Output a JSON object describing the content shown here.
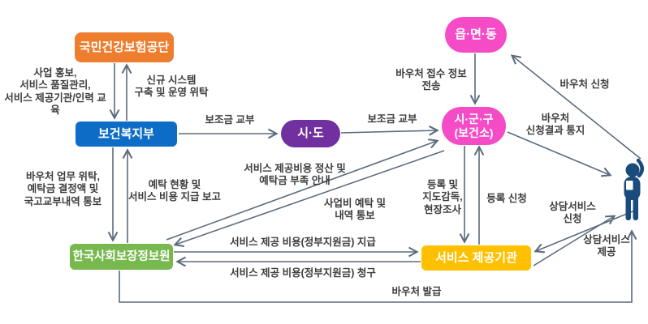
{
  "diagram": {
    "type": "flowchart",
    "subject": "social-service-voucher-delivery-system",
    "colors": {
      "nhis_orange": "#EE7D2E",
      "mohw_blue": "#0D6DC6",
      "sido_purple": "#7030A0",
      "district_pink": "#F64BC6",
      "ssis_green": "#77B94F",
      "provider_yellow": "#FFC000",
      "arrow_gray": "#5c6b7c",
      "person_navy": "#1A4B7D"
    },
    "nodes": {
      "nhis": {
        "label": "국민건강보험공단",
        "shape": "rounded-rect",
        "color": "#EE7D2E"
      },
      "mohw": {
        "label": "보건복지부",
        "shape": "rounded-rect",
        "color": "#0D6DC6"
      },
      "sido": {
        "label": "시·도",
        "shape": "pill",
        "color": "#7030A0"
      },
      "eup_myeon_dong": {
        "label": "읍·면·동",
        "shape": "pill",
        "color": "#F64BC6"
      },
      "si_gun_gu": {
        "label": "시·군·구\n(보건소)",
        "shape": "pill",
        "color": "#F64BC6"
      },
      "ssis": {
        "label": "한국사회보장정보원",
        "shape": "rounded-rect",
        "color": "#77B94F"
      },
      "provider": {
        "label": "서비스 제공기관",
        "shape": "rounded-rect",
        "color": "#FFC000"
      },
      "citizen": {
        "icon": "person-icon",
        "color": "#1A4B7D"
      }
    },
    "edges": {
      "promo": {
        "from": "nhis",
        "to": "mohw",
        "label": "사업 홍보,\n서비스 품질관리,\n서비스 제공기관/인력 교육"
      },
      "system_delegation": {
        "from": "mohw",
        "to": "nhis",
        "label": "신규 시스템\n구축 및 운영 위탁"
      },
      "subsidy_grant_1": {
        "from": "mohw",
        "to": "sido",
        "label": "보조금 교부"
      },
      "subsidy_grant_2": {
        "from": "sido",
        "to": "si_gun_gu",
        "label": "보조금 교부"
      },
      "voucher_receipt_info": {
        "from": "eup_myeon_dong",
        "to": "si_gun_gu",
        "label": "바우처 접수 정보\n전송"
      },
      "voucher_application": {
        "from": "citizen",
        "to": "eup_myeon_dong",
        "label": "바우처 신청"
      },
      "voucher_result_notice": {
        "from": "si_gun_gu",
        "to": "citizen",
        "label": "바우처\n신청결과 통지"
      },
      "voucher_delegation": {
        "from": "mohw",
        "to": "ssis",
        "label": "바우처 업무 위탁,\n예탁금 결정액 및\n국고교부내역 통보"
      },
      "deposit_status_report": {
        "from": "ssis",
        "to": "mohw",
        "label": "예탁 현황 및\n서비스 비용 지급 보고"
      },
      "cost_settlement_notice": {
        "from": "ssis",
        "to": "si_gun_gu",
        "label": "서비스 제공비용 정산 및\n예탁금 부족 안내"
      },
      "project_deposit_notice": {
        "from": "si_gun_gu",
        "to": "ssis",
        "label": "사업비 예탁 및\n내역 통보"
      },
      "registration_supervision": {
        "from": "si_gun_gu",
        "to": "provider",
        "label": "등록 및\n지도감독,\n현장조사"
      },
      "registration_application": {
        "from": "provider",
        "to": "si_gun_gu",
        "label": "등록 신청"
      },
      "cost_payment": {
        "from": "ssis",
        "to": "provider",
        "label": "서비스 제공 비용(정부지원금) 지급"
      },
      "cost_claim": {
        "from": "provider",
        "to": "ssis",
        "label": "서비스 제공 비용(정부지원금) 청구"
      },
      "counsel_application": {
        "from": "citizen",
        "to": "provider",
        "label": "상담서비스\n신청"
      },
      "counsel_provision": {
        "from": "provider",
        "to": "citizen",
        "label": "상담서비스\n제공"
      },
      "voucher_issuance": {
        "from": "ssis",
        "to": "citizen",
        "label": "바우처 발급"
      }
    }
  }
}
